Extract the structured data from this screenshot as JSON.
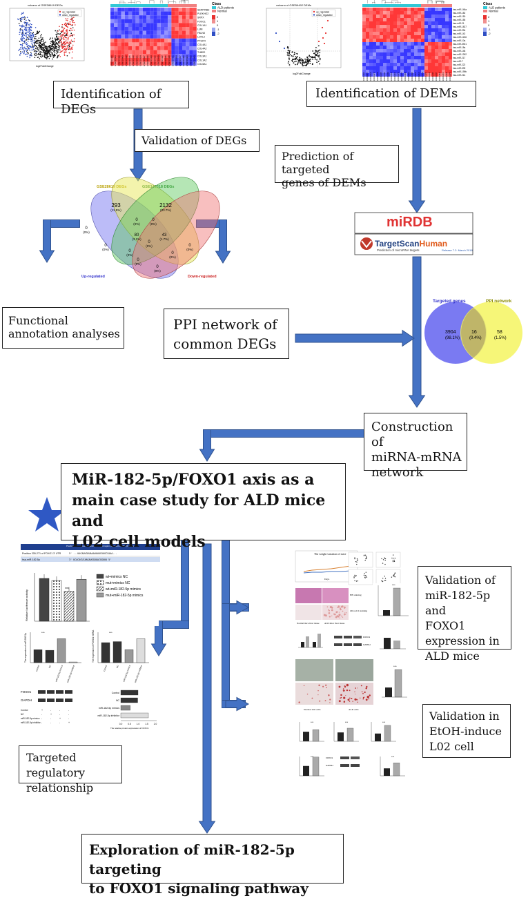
{
  "colors": {
    "arrow": "#4472c4",
    "arrow_edge": "#2f528f",
    "heat_red": "#e8312f",
    "heat_blue": "#2f4fc4",
    "venn_blue": "#6b6bf0",
    "venn_yellow": "#f2f25a",
    "ald_cyan": "#33c8d6",
    "star": "#2f58c4"
  },
  "boxes": {
    "deg_identify": "Identification of DEGs",
    "dem_identify": "Identification of DEMs",
    "deg_validate": "Validation of DEGs",
    "dem_predict_l1": "Prediction of targeted",
    "dem_predict_l2": "genes of DEMs",
    "functional_l1": "Functional",
    "functional_l2": "annotation analyses",
    "ppi_l1": "PPI network of",
    "ppi_l2": "common DEGs",
    "mirna_l1": "Construction of",
    "mirna_l2": "miRNA-mRNA",
    "mirna_l3": "network",
    "main_l1": "MiR-182-5p/FOXO1 axis as a",
    "main_l2": "main case study for ALD mice and",
    "main_l3": "L02 cell models",
    "val_mice_l1": "Validation of",
    "val_mice_l2": "miR-182-5p and",
    "val_mice_l3": "FOXO1",
    "val_mice_l4": "expression in",
    "val_mice_l5": "ALD mice",
    "val_cell_l1": "Validation in",
    "val_cell_l2": "EtOH-induce",
    "val_cell_l3": "L02 cell",
    "targeted_l1": "Targeted regulatory",
    "targeted_l2": "relationship",
    "explore_l1": "Exploration of miR-182-5p targeting",
    "explore_l2": "to FOXO1 signaling pathway"
  },
  "volcano_degs": {
    "title": "volcano of GSE28619 DEGs",
    "legend_up": "up_regulated",
    "legend_down": "down_regulated",
    "xlabel": "log2FoldChange",
    "ylabel": "-log10(adjusted P.Value)"
  },
  "heatmap_degs": {
    "legend_title": "Class",
    "legend_a": "ALD patients",
    "legend_b": "Normal",
    "genes": [
      "SERPINB3",
      "PLEKHG2",
      "SRPX",
      "FOXO1",
      "COL1A1",
      "LUM",
      "FBLN5",
      "LOXL2",
      "PTGFR",
      "COL4A1",
      "COL4A2",
      "THBS2",
      "COL3A1",
      "COL1A2",
      "COL5A1"
    ],
    "scale": [
      "2",
      "1",
      "0",
      "-1",
      "-2"
    ]
  },
  "volcano_dems": {
    "title": "volcano of GSE59492 DEMs",
    "legend_up": "up_regulated",
    "legend_down": "down_regulated",
    "xlabel": "log2FoldChange"
  },
  "heatmap_dems": {
    "legend_title": "Class",
    "legend_a": "ALD patients",
    "legend_b": "Normal",
    "mirnas": [
      "hsa-miR-146a",
      "hsa-miR-182",
      "hsa-miR-150",
      "hsa-miR-155",
      "hsa-miR-21",
      "hsa-miR-1827",
      "hsa-miR-29b",
      "hsa-miR-142",
      "hsa-miR-1246",
      "hsa-miR-10a",
      "hsa-miR-3921",
      "hsa-miR-18a",
      "hsa-miR-148",
      "hsa-miR-1262",
      "hsa-miR-217",
      "hsa-miR-7",
      "hsa-miR-222",
      "hsa-miR-339",
      "hsa-miR-199b",
      "hsa-miR-214"
    ]
  },
  "venn_degs": {
    "set_a": "GSE28619 DEGs",
    "set_b": "GSE143318 DEGs",
    "label_up": "Up-regulated",
    "label_down": "Down-regulated",
    "regions": [
      {
        "v": "293",
        "p": "(11.5%)"
      },
      {
        "v": "2132",
        "p": "(83.7%)"
      },
      {
        "v": "0",
        "p": "(0%)"
      },
      {
        "v": "0",
        "p": "(0%)"
      },
      {
        "v": "0",
        "p": "(0%)"
      },
      {
        "v": "80",
        "p": "(3.1%)"
      },
      {
        "v": "43",
        "p": "(1.7%)"
      },
      {
        "v": "0",
        "p": "(0%)"
      },
      {
        "v": "0",
        "p": "(0%)"
      },
      {
        "v": "0",
        "p": "(0%)"
      },
      {
        "v": "0",
        "p": "(0%)"
      },
      {
        "v": "0",
        "p": "(0%)"
      },
      {
        "v": "0",
        "p": "(0%)"
      },
      {
        "v": "0",
        "p": "(0%)"
      }
    ]
  },
  "venn_targets": {
    "set_a": "Targeted genes",
    "set_b": "PPI network",
    "a_only": "3904",
    "a_only_pct": "(98.1%)",
    "both": "16",
    "both_pct": "(0.4%)",
    "b_only": "58",
    "b_only_pct": "(1.5%)"
  },
  "databases": {
    "mirdb": "miRDB",
    "targetscan_a": "TargetScan",
    "targetscan_b": "Human",
    "targetscan_sub": "Prediction of microRNA targets",
    "release": "Release 7.2: March 2018"
  },
  "luciferase": {
    "row1": "Position 205-271 of FOXO1 3' UTR",
    "row1_seq": "5' ...UUCAUUGUUAAAUAUUCUUGCCAAA...",
    "row2": "hsa-miR-182-5p",
    "row2_seq": "3' UCACACUCAAGAUGGUAACGGUUU 5'",
    "header": "Predicted consequential pairing of target region (top) and miRNA (bottom)",
    "ylabel": "Relative luciferase activity",
    "legend": [
      "wt+mimics NC",
      "mut+mimics NC",
      "wt+miR-182-5p mimics",
      "mut+miR-182-5p mimics"
    ],
    "bar_values": [
      1.0,
      0.95,
      0.7,
      0.98
    ],
    "sig": "***"
  },
  "expr_left": {
    "ylabel": "The expression of miR-182-5p",
    "cats": [
      "Control",
      "NC",
      "miR-182-5p mimics",
      "miR-182-5p inhibitor"
    ],
    "values": [
      1.0,
      0.95,
      1.85,
      0.05
    ]
  },
  "expr_right": {
    "ylabel": "The expression of FOXO1 mRNA",
    "cats": [
      "Control",
      "NC",
      "miR-182-5p mimics",
      "miR-182-5p inhibitor"
    ],
    "values": [
      1.0,
      1.05,
      0.65,
      1.2
    ]
  },
  "western": {
    "band1": "FOXO1",
    "band2": "GAPDH",
    "rows": [
      "Control",
      "NC",
      "miR-182-5p mimics",
      "miR-182-5p inhibitor"
    ],
    "marks": [
      "+",
      "-",
      "-",
      "-",
      "-",
      "+",
      "-",
      "-",
      "-",
      "-",
      "+",
      "-",
      "-",
      "-",
      "-",
      "+"
    ],
    "hbar_cats": [
      "Control",
      "NC",
      "miR-182-5p mimics",
      "miR-182-5p inhibitor"
    ],
    "hbar_values": [
      1.0,
      0.98,
      0.55,
      1.6
    ],
    "xlabel": "The relative protein expression of FOXO1",
    "ticks": [
      "0.0",
      "0.5",
      "1.0",
      "1.5",
      "2.0"
    ]
  },
  "mice_panel": {
    "title": "The weight variation of mice",
    "xlabel": "Days",
    "he_label": "HE staining",
    "oil_label": "Oil red O staining",
    "normal": "Normal mice liver tissue",
    "ald": "ALD mice liver tissue",
    "foxo1": "FOXO1",
    "gapdh": "GAPDH"
  },
  "cell_panel": {
    "normal": "Normal L02 cells",
    "ald": "ALD cells",
    "foxo1": "FOXO1",
    "gapdh": "GAPDH"
  }
}
